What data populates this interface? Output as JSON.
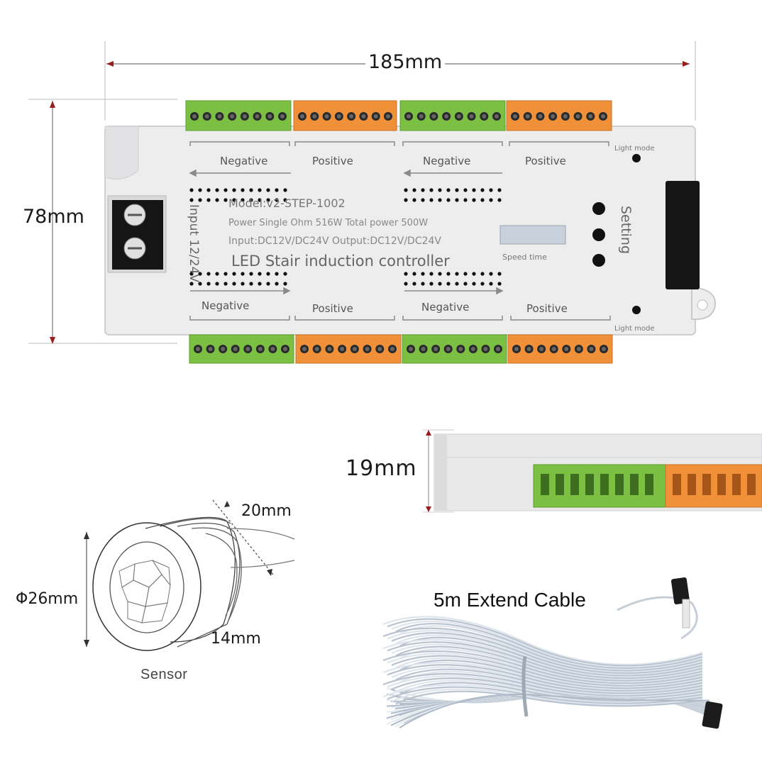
{
  "dimensions": {
    "width": "185mm",
    "height": "78mm",
    "depth": "19mm",
    "sensor_length": "20mm",
    "sensor_diameter": "Φ26mm",
    "sensor_depth": "14mm"
  },
  "controller": {
    "input_label": "Input 12/24V",
    "model": "Model:v2-STEP-1002",
    "power_line": "Power Single Ohm 516W Total power 500W",
    "io_line": "Input:DC12V/DC24V Output:DC12V/DC24V",
    "name": "LED Stair induction controller",
    "top_labels": [
      "Negative",
      "Positive",
      "Negative",
      "Positive"
    ],
    "bottom_labels": [
      "Negative",
      "Positive",
      "Negative",
      "Positive"
    ],
    "speed_label": "Speed time",
    "setting_label": "Setting",
    "light_mode_label": "Light mode"
  },
  "sensor": {
    "caption": "Sensor"
  },
  "cable": {
    "caption": "5m Extend Cable"
  },
  "colors": {
    "green": "#7cc043",
    "orange": "#f0913a",
    "housing": "#ededee",
    "dimension_arrow": "#9a1d1d"
  }
}
